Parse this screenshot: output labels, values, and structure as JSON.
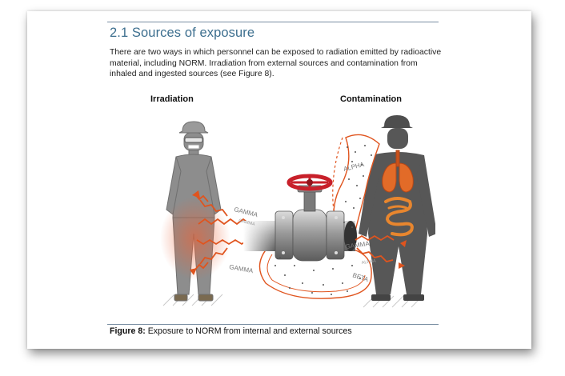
{
  "section": {
    "title": "2.1 Sources of exposure",
    "intro": "There are two ways in which personnel can be exposed to radiation emitted by radioactive material, including NORM. Irradiation from external sources and contamination from inhaled and ingested sources (see Figure 8)."
  },
  "figure": {
    "label_irradiation": "Irradiation",
    "label_contamination": "Contamination",
    "annotations": {
      "gamma_1": "GAMMA",
      "gamma_2": "GAMMA",
      "gamma_3": "GAMMA",
      "gamma_4": "GAMMA",
      "alpha_1": "ALPHA",
      "alpha_2": "ALPHA",
      "beta": "BETA"
    },
    "caption_label": "Figure 8:",
    "caption_text": "Exposure to NORM from internal and external sources"
  },
  "colors": {
    "title_blue": "#3d6f8f",
    "radiation_orange": "#e0541e",
    "valve_red": "#c8202a",
    "worker_grey": "#8d8d8d",
    "silhouette_dark": "#575757"
  },
  "icons": [
    "worker-hardhat-icon",
    "valve-wheel-icon",
    "lungs-icon",
    "digestive-tract-icon"
  ]
}
